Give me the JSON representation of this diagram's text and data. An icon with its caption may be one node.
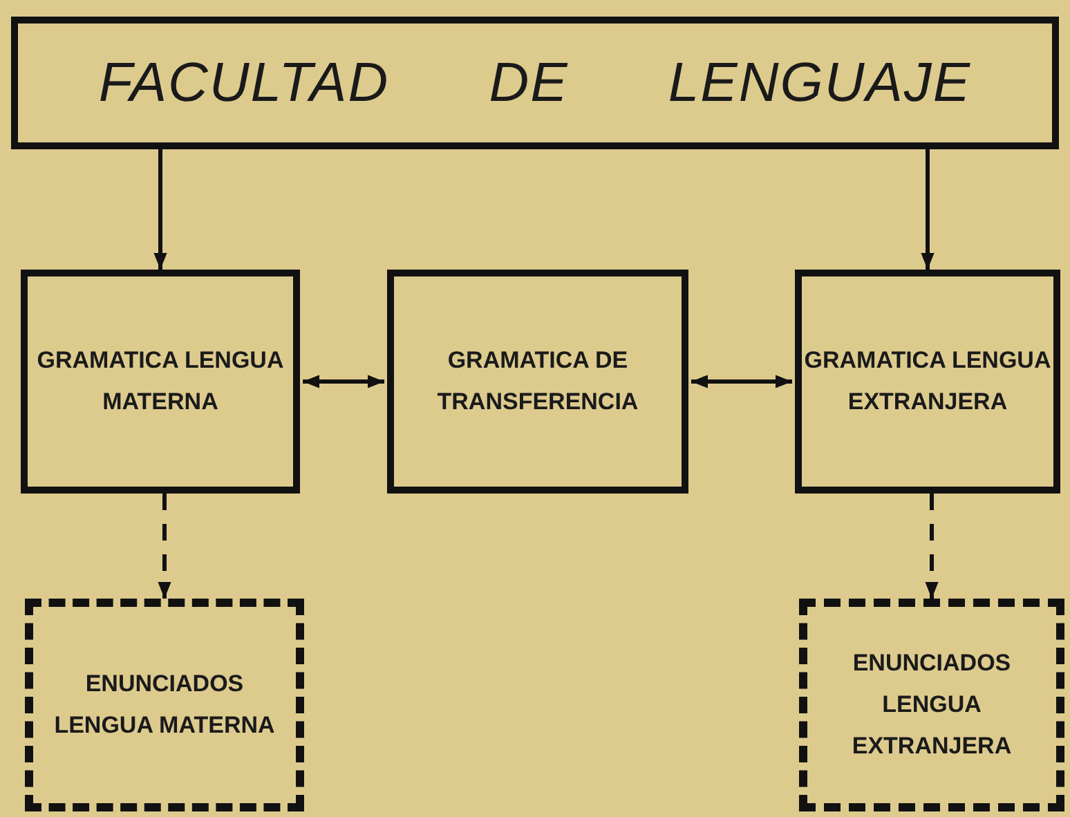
{
  "diagram": {
    "nodes": [
      {
        "text": [
          "FACULTAD DE LENGUAJE"
        ]
      },
      {
        "text": [
          "GRAMATICA LENGUA MATERNA"
        ]
      },
      {
        "text": [
          "GRAMATICA DE TRANSFERENCIA"
        ]
      },
      {
        "text": [
          "GRAMATICA LENGUA EXTRANJERA"
        ]
      },
      {
        "text": [
          "ENUNCIADOS LENGUA MATERNA"
        ]
      },
      {
        "text": [
          "ENUNCIADOS LENGUA EXTRANJERA"
        ]
      }
    ],
    "edges": [
      {
        "from": 0,
        "to": 1,
        "arrow": "to"
      },
      {
        "from": 0,
        "to": 3,
        "arrow": "to"
      },
      {
        "from": 1,
        "to": 2,
        "arrow": "both"
      },
      {
        "from": 2,
        "to": 3,
        "arrow": "both"
      },
      {
        "from": 1,
        "to": 4,
        "arrow": "to",
        "style": "dashed"
      },
      {
        "from": 3,
        "to": 5,
        "arrow": "to",
        "style": "dashed"
      }
    ]
  }
}
